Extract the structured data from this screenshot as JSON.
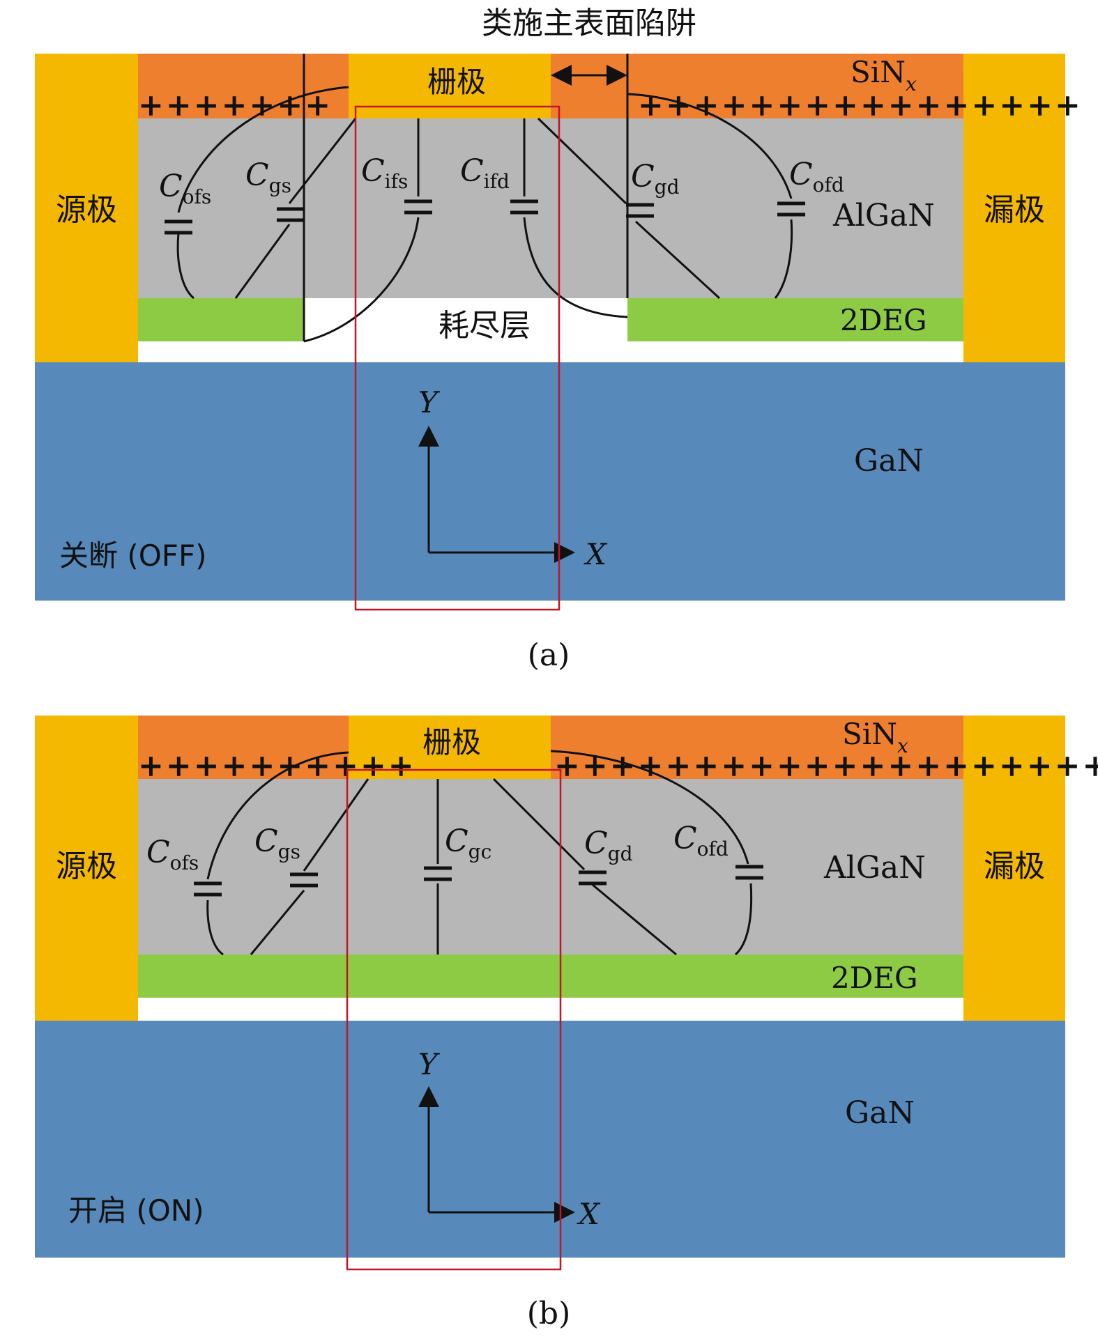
{
  "colors": {
    "metal": "#F5B800",
    "sin": "#EE7F2F",
    "algan": "#B7B7B7",
    "twodeg": "#8DCB45",
    "gan": "#5789BA",
    "frame": "#C0152A",
    "ink": "#111111"
  },
  "top_annotation": "类施主表面陷阱",
  "panels": [
    {
      "id": "a",
      "caption": "(a)",
      "state": "关断 (OFF)",
      "source": "源极",
      "drain": "漏极",
      "gate": "栅极",
      "sin": "SiN",
      "sin_sub": "x",
      "algan": "AlGaN",
      "twodeg": "2DEG",
      "gan": "GaN",
      "depletion": "耗尽层",
      "axis_x": "X",
      "axis_y": "Y",
      "left_charges": "+++++++",
      "right_charges": "++++++++++++++++",
      "caps": [
        {
          "main": "C",
          "sub": "ofs"
        },
        {
          "main": "C",
          "sub": "gs"
        },
        {
          "main": "C",
          "sub": "ifs"
        },
        {
          "main": "C",
          "sub": "ifd"
        },
        {
          "main": "C",
          "sub": "gd"
        },
        {
          "main": "C",
          "sub": "ofd"
        }
      ]
    },
    {
      "id": "b",
      "caption": "(b)",
      "state": "开启 (ON)",
      "source": "源极",
      "drain": "漏极",
      "gate": "栅极",
      "sin": "SiN",
      "sin_sub": "x",
      "algan": "AlGaN",
      "twodeg": "2DEG",
      "gan": "GaN",
      "axis_x": "X",
      "axis_y": "Y",
      "left_charges": "++++++++++",
      "right_charges": "++++++++++++++++++++",
      "caps": [
        {
          "main": "C",
          "sub": "ofs"
        },
        {
          "main": "C",
          "sub": "gs"
        },
        {
          "main": "C",
          "sub": "gc"
        },
        {
          "main": "C",
          "sub": "gd"
        },
        {
          "main": "C",
          "sub": "ofd"
        }
      ]
    }
  ]
}
